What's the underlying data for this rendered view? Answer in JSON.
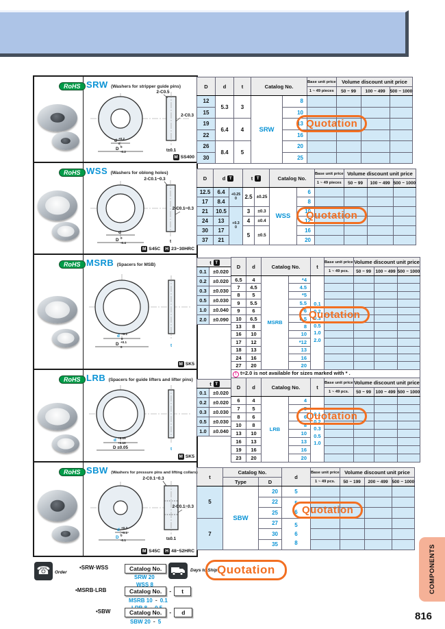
{
  "page": {
    "number": "816",
    "side_tab": "COMPONENTS"
  },
  "common": {
    "rohs": "RoHS",
    "quotation": "Quotation",
    "catalog_no": "Catalog No.",
    "base_unit_price": "Base unit price",
    "volume_discount": "Volume discount unit price",
    "t_icon": "T",
    "col_D": "D",
    "col_d": "d",
    "col_t": "t",
    "col_type": "Type"
  },
  "srw": {
    "code": "SRW",
    "desc": "(Washers for stripper guide pins)",
    "type": "SRW",
    "qty": {
      "base": "1 ~ 49 pieces",
      "q1": "50 ~ 99",
      "q2": "100 ~ 499",
      "q3": "500 ~ 1000"
    },
    "D": [
      "12",
      "15",
      "19",
      "22",
      "26",
      "30"
    ],
    "d": [
      "5.3",
      "6.4",
      "8.4"
    ],
    "t": [
      "3",
      "4",
      "5"
    ],
    "sizes": [
      "8",
      "10",
      "13",
      "16",
      "20",
      "25"
    ],
    "drawing": {
      "top_chamfer": "2-C0.5",
      "side_chamfer": "2-C0.3",
      "d_label": "d",
      "d_sup": "+0.2",
      "d_sub": "0",
      "D_label": "D",
      "D_sup": "0",
      "D_sub": "-0.2",
      "t_label": "t±0.1",
      "materials": [
        {
          "icon": "M",
          "text": "SS400"
        }
      ]
    }
  },
  "wss": {
    "code": "WSS",
    "desc": "(Washers for oblong holes)",
    "type": "WSS",
    "qty": {
      "base": "1 ~ 49 pieces",
      "q1": "50 ~ 99",
      "q2": "100 ~ 499",
      "q3": "500 ~ 1000"
    },
    "D": [
      "12.5",
      "17",
      "21",
      "24",
      "30",
      "37"
    ],
    "d": [
      "6.4",
      "8.4",
      "10.5",
      "13",
      "17",
      "21"
    ],
    "d_tol": [
      {
        "sup": "+0.25",
        "sub": "0"
      },
      {
        "sup": "+0.3",
        "sub": "0"
      }
    ],
    "t": [
      "2.5",
      "3",
      "4",
      "5"
    ],
    "t_tol": [
      "±0.25",
      "±0.3",
      "±0.4",
      "±0.5"
    ],
    "sizes": [
      "6",
      "8",
      "10",
      "12",
      "16",
      "20"
    ],
    "drawing": {
      "top_chamfer": "2-C0.1~0.3",
      "side_chamfer": "2-C0.1~0.3",
      "d_label": "d",
      "D_label": "D",
      "D_sup": "0",
      "D_sub": "-0.4",
      "t_label": "t",
      "materials": [
        {
          "icon": "M",
          "text": "S45C"
        },
        {
          "icon": "H",
          "text": "23~30HRC"
        }
      ]
    }
  },
  "msrb": {
    "code": "MSRB",
    "desc": "(Spacers for MSB)",
    "type": "MSRB",
    "qty": {
      "base": "1 ~ 49 pcs.",
      "q1": "50 ~ 99",
      "q2": "100 ~ 499",
      "q3": "500 ~ 1000"
    },
    "tol": {
      "header": "t",
      "rows": [
        [
          "0.1",
          "±0.020"
        ],
        [
          "0.2",
          "±0.020"
        ],
        [
          "0.3",
          "±0.030"
        ],
        [
          "0.5",
          "±0.030"
        ],
        [
          "1.0",
          "±0.040"
        ],
        [
          "2.0",
          "±0.090"
        ]
      ]
    },
    "D": [
      "6.5",
      "7",
      "8",
      "9",
      "9",
      "10",
      "13",
      "16",
      "17",
      "18",
      "24",
      "27"
    ],
    "d": [
      "4",
      "4.5",
      "5",
      "5.5",
      "6",
      "6.5",
      "8",
      "10",
      "12",
      "13",
      "16",
      "20"
    ],
    "sizes": [
      "*4",
      "4.5",
      "*5",
      "5.5",
      "*6",
      "6.5",
      "8",
      "10",
      "*12",
      "13",
      "16",
      "20"
    ],
    "t_list": [
      "0.1",
      "0.2",
      "0.3",
      "0.5",
      "1.0",
      "2.0"
    ],
    "note_icon": "!",
    "note": "t=2.0 is not available for sizes marked with * .",
    "drawing": {
      "d_label": "d",
      "d_sup": "+0.1",
      "d_sub": "0",
      "D_label": "D",
      "D_sup": "+0.1",
      "D_sub": "0",
      "t_label": "t",
      "materials": [
        {
          "icon": "M",
          "text": "SK5"
        }
      ]
    }
  },
  "lrb": {
    "code": "LRB",
    "desc": "(Spacers for guide lifters and lifter pins)",
    "type": "LRB",
    "qty": {
      "base": "1 ~ 49 pcs.",
      "q1": "50 ~ 99",
      "q2": "100 ~ 499",
      "q3": "500 ~ 1000"
    },
    "tol": {
      "header": "t",
      "rows": [
        [
          "0.1",
          "±0.020"
        ],
        [
          "0.2",
          "±0.020"
        ],
        [
          "0.3",
          "±0.030"
        ],
        [
          "0.5",
          "±0.030"
        ],
        [
          "1.0",
          "±0.040"
        ]
      ]
    },
    "D": [
      "6",
      "7",
      "8",
      "10",
      "13",
      "16",
      "19",
      "23"
    ],
    "d": [
      "4",
      "5",
      "6",
      "8",
      "10",
      "13",
      "16",
      "20"
    ],
    "sizes": [
      "4",
      "5",
      "6",
      "8",
      "10",
      "13",
      "16",
      "20"
    ],
    "t_list": [
      "0.1",
      "0.2",
      "0.3",
      "0.5",
      "1.0"
    ],
    "drawing": {
      "d_label": "d",
      "d_sup": "+0.15",
      "d_sub": "+0.10",
      "D_label": "D ±0.05",
      "t_label": "t",
      "materials": [
        {
          "icon": "M",
          "text": "SK5"
        }
      ]
    }
  },
  "sbw": {
    "code": "SBW",
    "desc": "(Washers for pressure pins and lifting collars)",
    "type": "SBW",
    "qty": {
      "base": "1 ~ 49 pcs.",
      "q1": "50 ~ 199",
      "q2": "200 ~ 499",
      "q3": "500 ~ 1000"
    },
    "t": [
      "5",
      "7"
    ],
    "D": [
      "20",
      "22",
      "25",
      "27",
      "30",
      "35"
    ],
    "d_first": "5",
    "d_group1": [
      "5",
      "6"
    ],
    "d_group2": [
      "5",
      "6",
      "8"
    ],
    "drawing": {
      "top_chamfer": "2-C0.1~0.3",
      "side_chamfer": "2-C0.1~0.3",
      "d_label": "d",
      "d_sup": "+0.3",
      "d_sub": "+0.1",
      "D_label": "D",
      "D_sup": "0",
      "D_sub": "-0.1",
      "t_label": "t±0.1",
      "materials": [
        {
          "icon": "M",
          "text": "S45C"
        },
        {
          "icon": "H",
          "text": "48~52HRC"
        }
      ]
    }
  },
  "order": {
    "label": "Order",
    "phone_icon": "☎",
    "days": "Days to Ship",
    "dash": "-",
    "lines": [
      {
        "bullet": "•SRW·WSS",
        "box": "Catalog No."
      },
      {
        "bullet": "•MSRB·LRB",
        "box": "Catalog No.",
        "box2": "t"
      },
      {
        "bullet": "•SBW",
        "box": "Catalog No.",
        "box2": "d"
      }
    ],
    "examples": {
      "srw": "SRW 20",
      "wss": "WSS 8",
      "msrb": "MSRB 10",
      "msrb_t": "0.1",
      "lrb": "LRB 8",
      "lrb_t": "0.5",
      "sbw": "SBW 20",
      "sbw_d": "5"
    }
  }
}
